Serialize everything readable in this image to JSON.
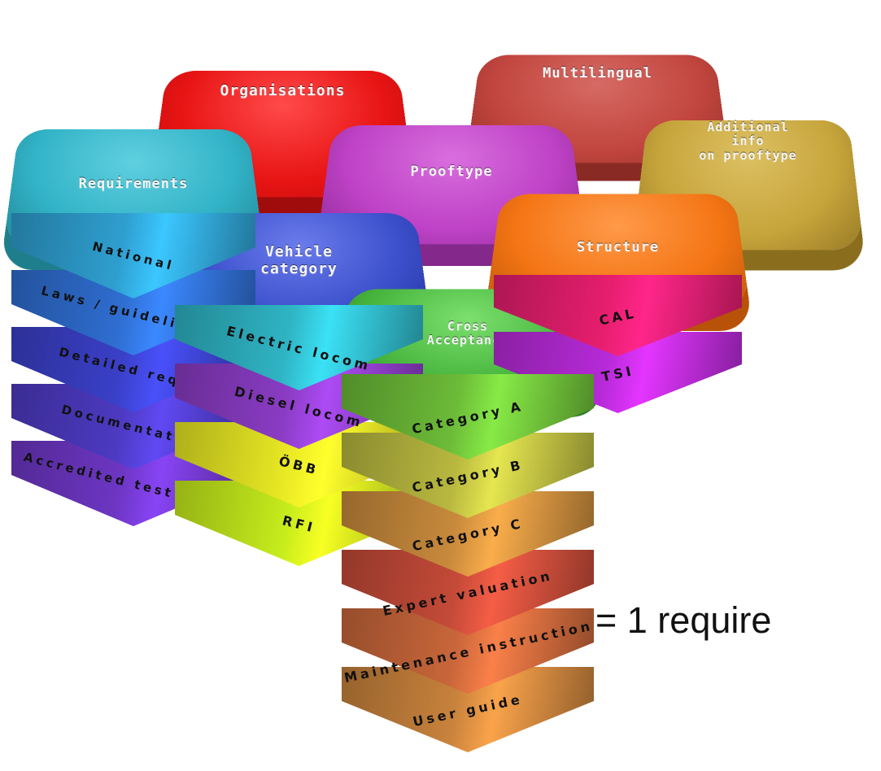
{
  "tiles": {
    "organisations": {
      "label": "Organisations",
      "color": "#ee1c1c"
    },
    "multilingual": {
      "label": "Multilingual",
      "color": "#c2463f"
    },
    "additional_info": {
      "label": "Additional\ninfo\non prooftype",
      "color": "#c7a53c"
    },
    "requirements": {
      "label": "Requirements",
      "color": "#33b3c7"
    },
    "prooftype": {
      "label": "Prooftype",
      "color": "#be42c6"
    },
    "vehicle_category": {
      "label": "Vehicle\ncategory",
      "color": "#3b4fcb"
    },
    "structure": {
      "label": "Structure",
      "color": "#f47514"
    },
    "cross_acceptance": {
      "label": "Cross\nAcceptance",
      "color": "#46b43c"
    }
  },
  "stacks": {
    "requirements": [
      {
        "label": "National",
        "color": "#2f9fd0"
      },
      {
        "label": "Laws / guidelines /",
        "color": "#2f6dd0"
      },
      {
        "label": "Detailed requir",
        "color": "#3a40c8"
      },
      {
        "label": "Documentation",
        "color": "#4d3ac2"
      },
      {
        "label": "Accredited test center",
        "color": "#6d36c4"
      }
    ],
    "vehicle_category": [
      {
        "label": "Electric locom",
        "color": "#2fb4c4"
      },
      {
        "label": "Diesel locom",
        "color": "#8a3cc4"
      },
      {
        "label": "ÖBB",
        "color": "#e8e824"
      },
      {
        "label": "RFI",
        "color": "#c6ec1c"
      }
    ],
    "structure": [
      {
        "label": "CAL",
        "color": "#e61e6e"
      },
      {
        "label": "TSI",
        "color": "#b62ad8"
      }
    ],
    "cross_acceptance": [
      {
        "label": "Category A",
        "color": "#6cbb38"
      },
      {
        "label": "Category B",
        "color": "#b8b840"
      },
      {
        "label": "Category C",
        "color": "#c88a3c"
      },
      {
        "label": "Expert valuation",
        "color": "#c44a38"
      },
      {
        "label": "Maintenance instruction",
        "color": "#c8663a"
      },
      {
        "label": "User guide",
        "color": "#c8823c"
      }
    ]
  },
  "legend": {
    "text": "=  1 require"
  }
}
